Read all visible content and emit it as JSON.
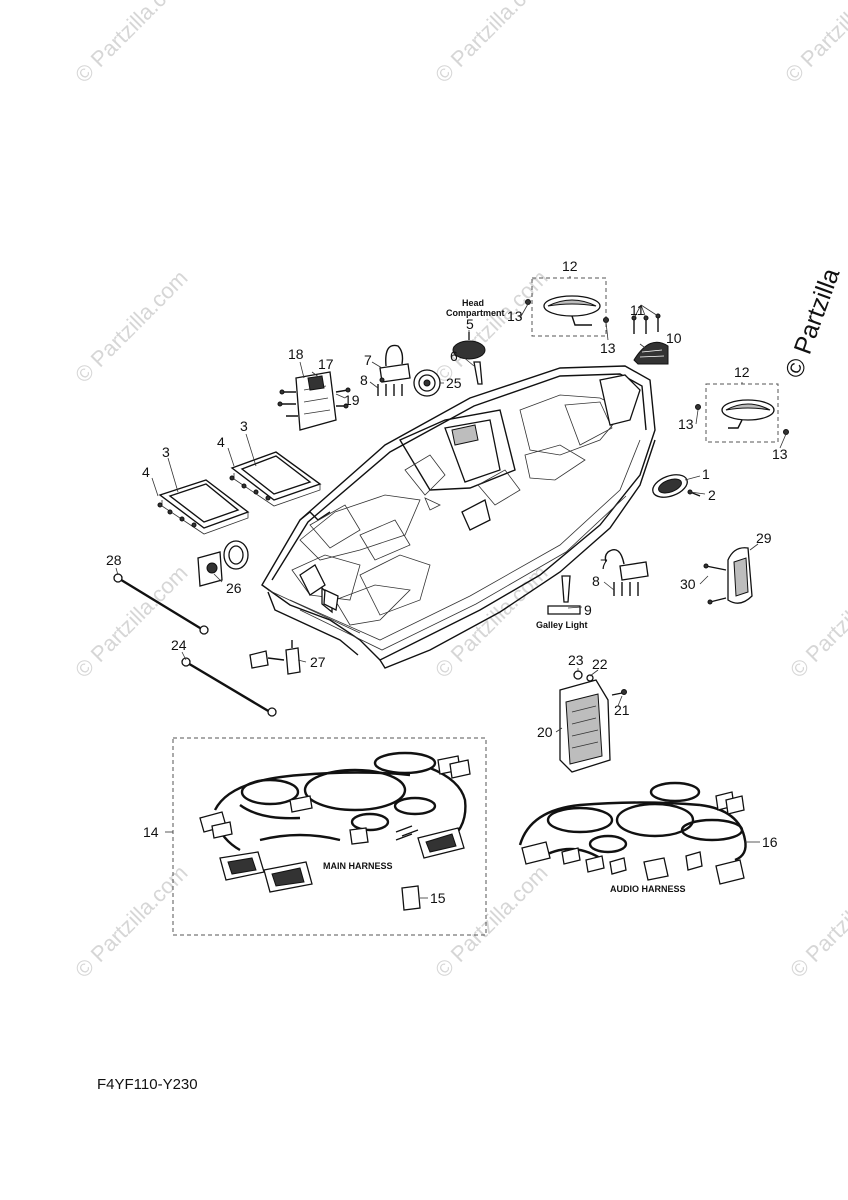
{
  "watermark": {
    "text": "© Partzilla.com"
  },
  "brand": "© Partzilla",
  "diagram_code": "F4YF110-Y230",
  "labels": {
    "head_compartment_1": "Head",
    "head_compartment_2": "Compartment",
    "galley_light": "Galley Light",
    "main_harness": "MAIN HARNESS",
    "audio_harness": "AUDIO HARNESS"
  },
  "callouts": {
    "c1": "1",
    "c2": "2",
    "c3a": "3",
    "c3b": "3",
    "c4a": "4",
    "c4b": "4",
    "c5": "5",
    "c6": "6",
    "c7a": "7",
    "c7b": "7",
    "c8a": "8",
    "c8b": "8",
    "c9": "9",
    "c10": "10",
    "c11": "11",
    "c12a": "12",
    "c12b": "12",
    "c13a": "13",
    "c13b": "13",
    "c13c": "13",
    "c13d": "13",
    "c14": "14",
    "c15": "15",
    "c16": "16",
    "c17": "17",
    "c18": "18",
    "c19": "19",
    "c20": "20",
    "c21": "21",
    "c22": "22",
    "c23": "23",
    "c24": "24",
    "c25": "25",
    "c26": "26",
    "c27": "27",
    "c28": "28",
    "c29": "29",
    "c30": "30"
  }
}
